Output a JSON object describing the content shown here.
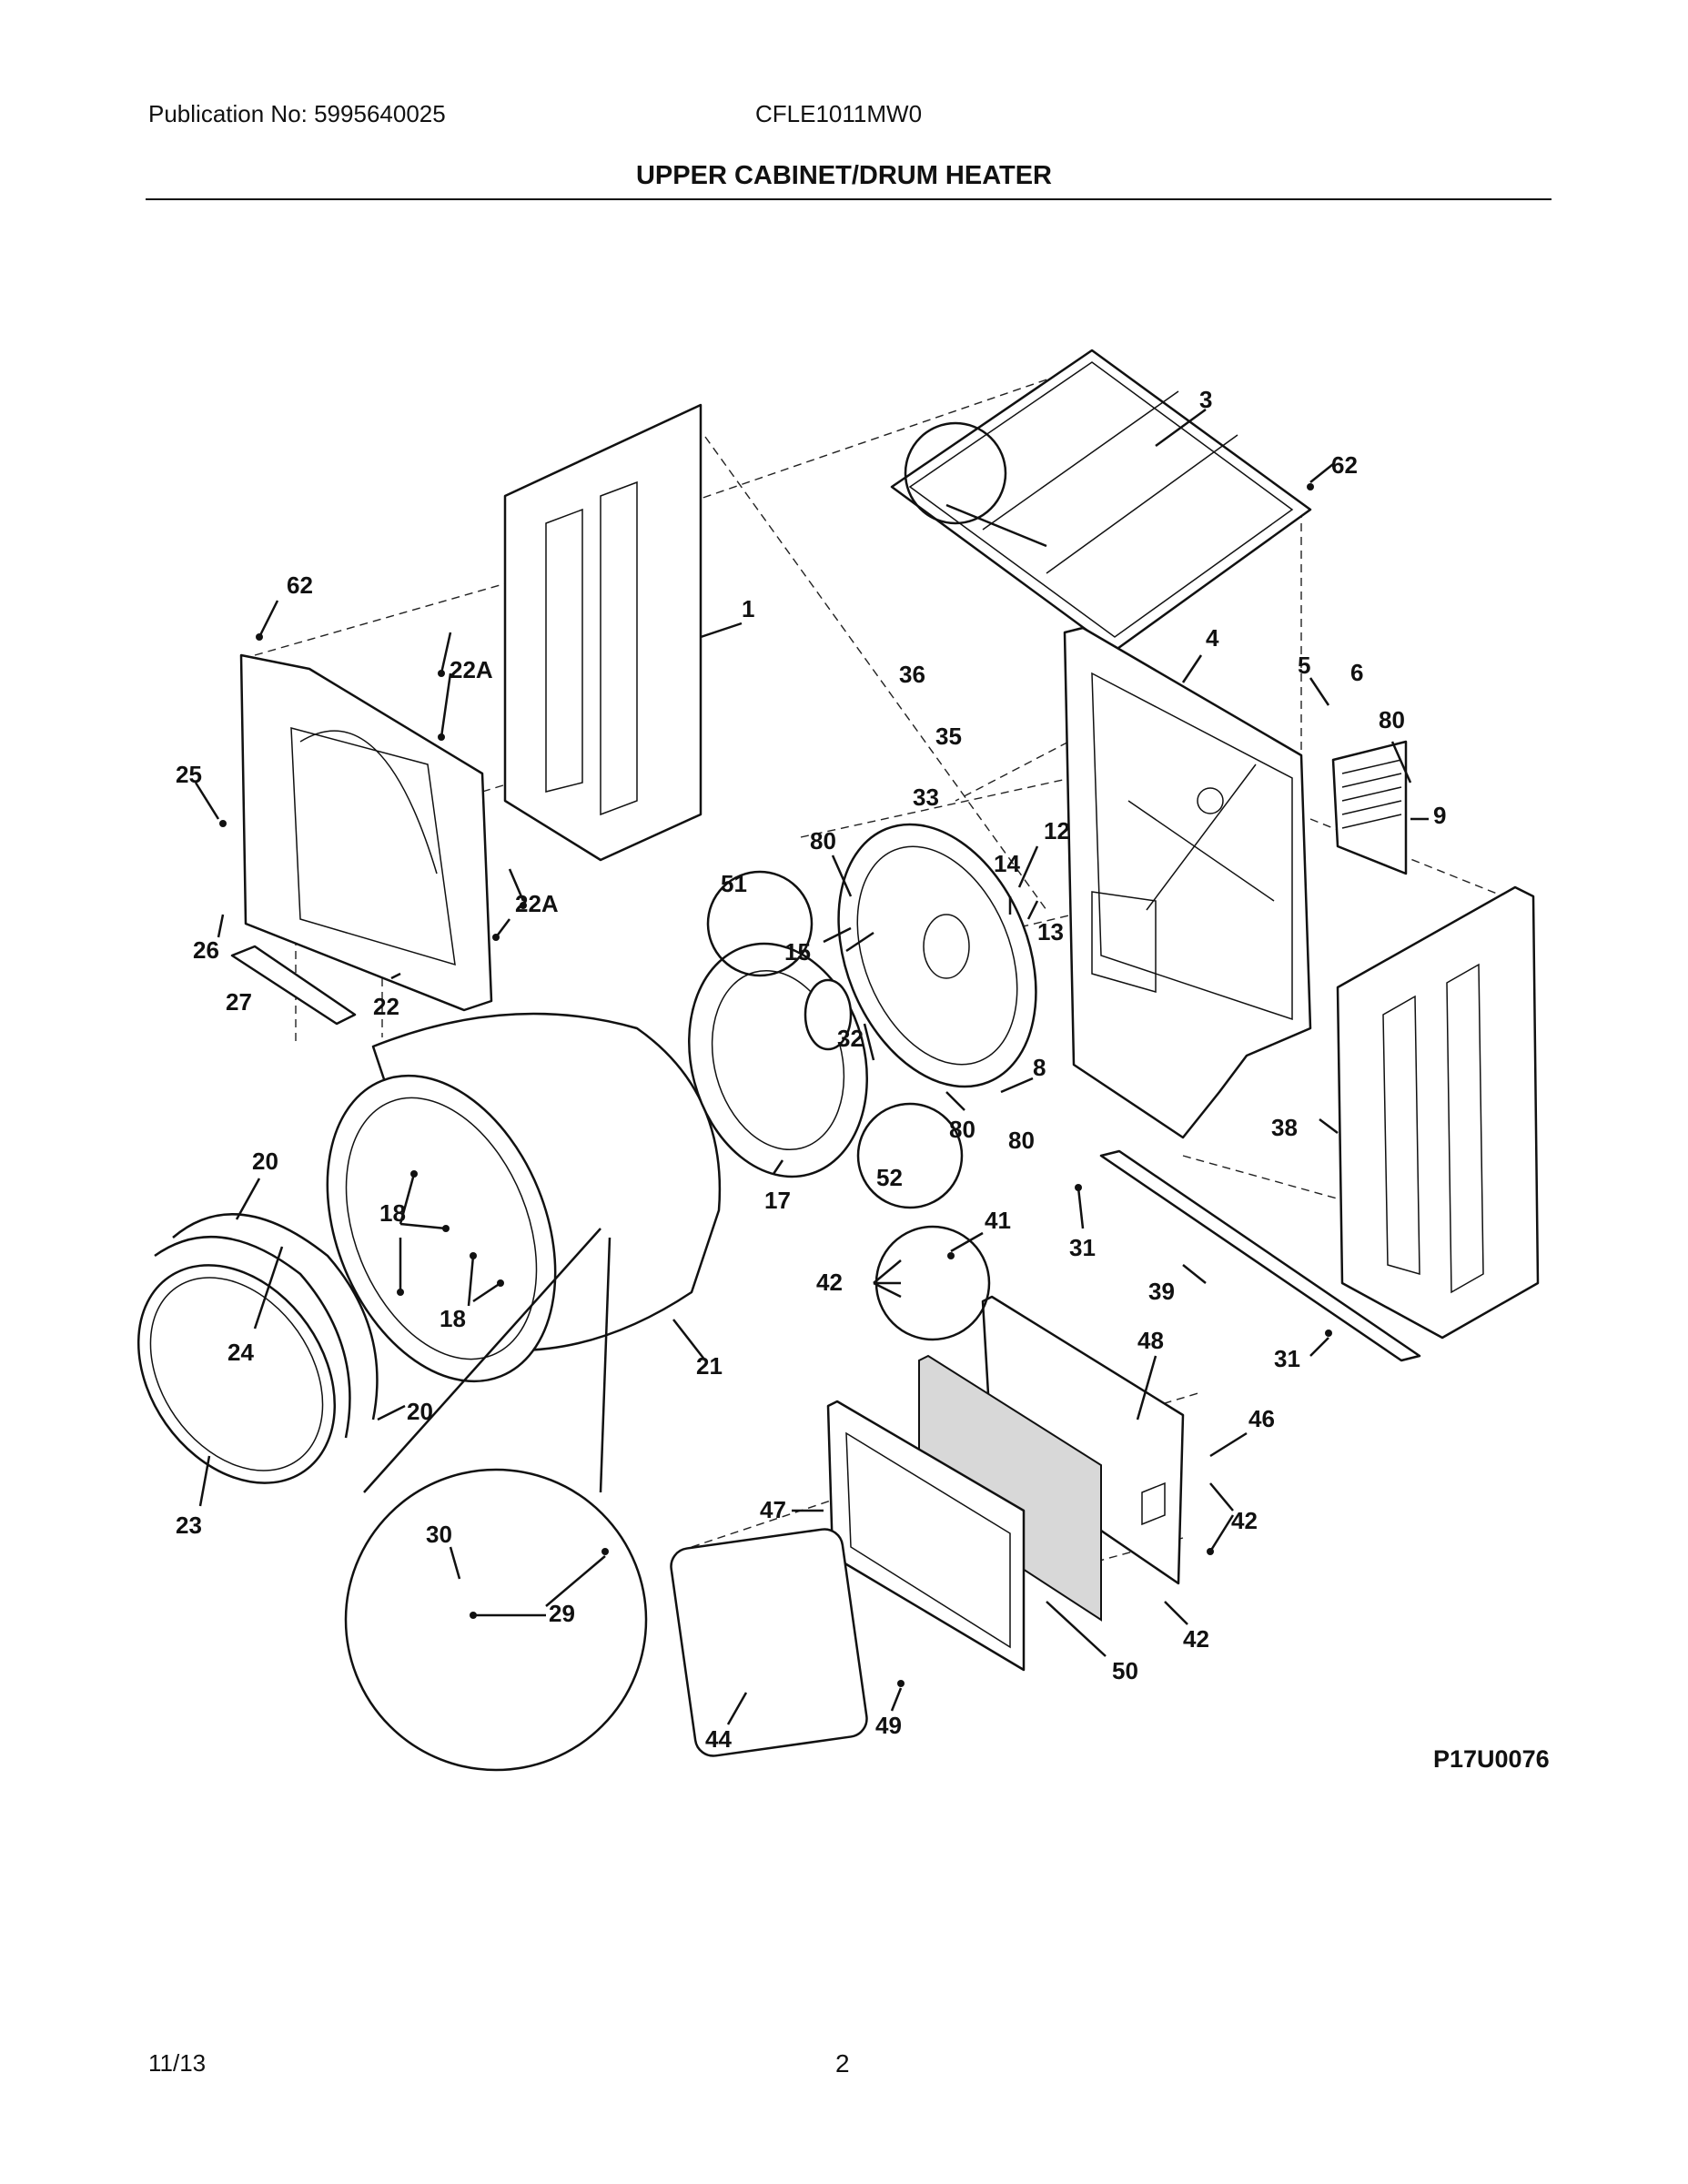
{
  "header": {
    "publication": "Publication No: 5995640025",
    "model": "CFLE1011MW0"
  },
  "title": "UPPER CABINET/DRUM HEATER",
  "diagram_code": "P17U0076",
  "footer": {
    "date": "11/13",
    "page": "2"
  },
  "callouts": [
    {
      "id": "c3",
      "text": "3"
    },
    {
      "id": "c62a",
      "text": "62"
    },
    {
      "id": "c1",
      "text": "1"
    },
    {
      "id": "c62b",
      "text": "62"
    },
    {
      "id": "c22a1",
      "text": "22A"
    },
    {
      "id": "c36",
      "text": "36"
    },
    {
      "id": "c35",
      "text": "35"
    },
    {
      "id": "c4",
      "text": "4"
    },
    {
      "id": "c5",
      "text": "5"
    },
    {
      "id": "c6",
      "text": "6"
    },
    {
      "id": "c80a",
      "text": "80"
    },
    {
      "id": "c9",
      "text": "9"
    },
    {
      "id": "c25",
      "text": "25"
    },
    {
      "id": "c33",
      "text": "33"
    },
    {
      "id": "c80b",
      "text": "80"
    },
    {
      "id": "c12",
      "text": "12"
    },
    {
      "id": "c14",
      "text": "14"
    },
    {
      "id": "c51",
      "text": "51"
    },
    {
      "id": "c22a2",
      "text": "22A"
    },
    {
      "id": "c26",
      "text": "26"
    },
    {
      "id": "c15",
      "text": "15"
    },
    {
      "id": "c13",
      "text": "13"
    },
    {
      "id": "c27",
      "text": "27"
    },
    {
      "id": "c22",
      "text": "22"
    },
    {
      "id": "c32",
      "text": "32"
    },
    {
      "id": "c8",
      "text": "8"
    },
    {
      "id": "c80c",
      "text": "80"
    },
    {
      "id": "c80d",
      "text": "80"
    },
    {
      "id": "c38",
      "text": "38"
    },
    {
      "id": "c52",
      "text": "52"
    },
    {
      "id": "c20a",
      "text": "20"
    },
    {
      "id": "c17",
      "text": "17"
    },
    {
      "id": "c18a",
      "text": "18"
    },
    {
      "id": "c41",
      "text": "41"
    },
    {
      "id": "c31a",
      "text": "31"
    },
    {
      "id": "c42a",
      "text": "42"
    },
    {
      "id": "c18b",
      "text": "18"
    },
    {
      "id": "c39",
      "text": "39"
    },
    {
      "id": "c24",
      "text": "24"
    },
    {
      "id": "c21",
      "text": "21"
    },
    {
      "id": "c48",
      "text": "48"
    },
    {
      "id": "c31b",
      "text": "31"
    },
    {
      "id": "c20b",
      "text": "20"
    },
    {
      "id": "c46",
      "text": "46"
    },
    {
      "id": "c30",
      "text": "30"
    },
    {
      "id": "c47",
      "text": "47"
    },
    {
      "id": "c42b",
      "text": "42"
    },
    {
      "id": "c23",
      "text": "23"
    },
    {
      "id": "c29",
      "text": "29"
    },
    {
      "id": "c42c",
      "text": "42"
    },
    {
      "id": "c50",
      "text": "50"
    },
    {
      "id": "c49",
      "text": "49"
    },
    {
      "id": "c44",
      "text": "44"
    }
  ]
}
